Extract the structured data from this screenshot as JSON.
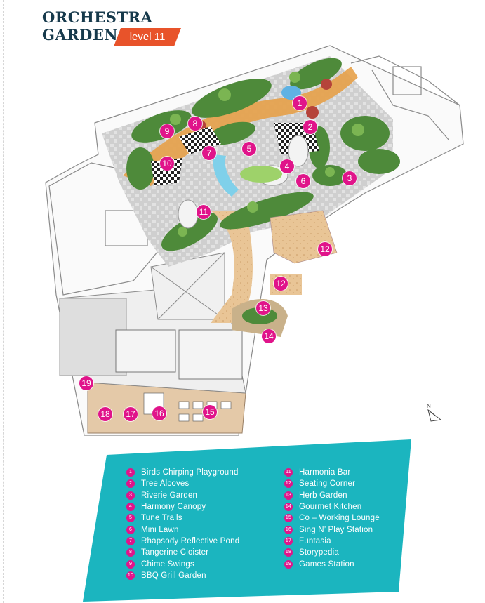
{
  "header": {
    "title_line1": "ORCHESTRA",
    "title_line2": "GARDEN",
    "level_label": "level 11"
  },
  "colors": {
    "title": "#173a4c",
    "tag": "#e8532a",
    "marker": "#e0148a",
    "legend_panel": "#1bb5bf",
    "greenery": "#4e8a3a",
    "deck": "#e7c08c",
    "water": "#7fd0ea",
    "building_outline": "#8a8a8a"
  },
  "compass": {
    "label": "N"
  },
  "markers": [
    {
      "num": "1"
    },
    {
      "num": "2"
    },
    {
      "num": "3"
    },
    {
      "num": "4"
    },
    {
      "num": "5"
    },
    {
      "num": "6"
    },
    {
      "num": "7"
    },
    {
      "num": "8"
    },
    {
      "num": "9"
    },
    {
      "num": "10"
    },
    {
      "num": "11"
    },
    {
      "num": "12"
    },
    {
      "num": "12"
    },
    {
      "num": "13"
    },
    {
      "num": "14"
    },
    {
      "num": "15"
    },
    {
      "num": "16"
    },
    {
      "num": "17"
    },
    {
      "num": "18"
    },
    {
      "num": "19"
    }
  ],
  "legend": {
    "col1": [
      {
        "num": "1",
        "label": "Birds Chirping Playground"
      },
      {
        "num": "2",
        "label": "Tree Alcoves"
      },
      {
        "num": "3",
        "label": "Riverie Garden"
      },
      {
        "num": "4",
        "label": "Harmony Canopy"
      },
      {
        "num": "5",
        "label": "Tune Trails"
      },
      {
        "num": "6",
        "label": "Mini Lawn"
      },
      {
        "num": "7",
        "label": "Rhapsody Reflective Pond"
      },
      {
        "num": "8",
        "label": "Tangerine Cloister"
      },
      {
        "num": "9",
        "label": "Chime Swings"
      },
      {
        "num": "10",
        "label": "BBQ Grill Garden"
      }
    ],
    "col2": [
      {
        "num": "11",
        "label": "Harmonia Bar"
      },
      {
        "num": "12",
        "label": "Seating Corner"
      },
      {
        "num": "13",
        "label": "Herb Garden"
      },
      {
        "num": "14",
        "label": "Gourmet Kitchen"
      },
      {
        "num": "15",
        "label": "Co – Working Lounge"
      },
      {
        "num": "16",
        "label": "Sing N’ Play Station"
      },
      {
        "num": "17",
        "label": "Funtasia"
      },
      {
        "num": "18",
        "label": "Storypedia"
      },
      {
        "num": "19",
        "label": "Games Station"
      }
    ]
  }
}
